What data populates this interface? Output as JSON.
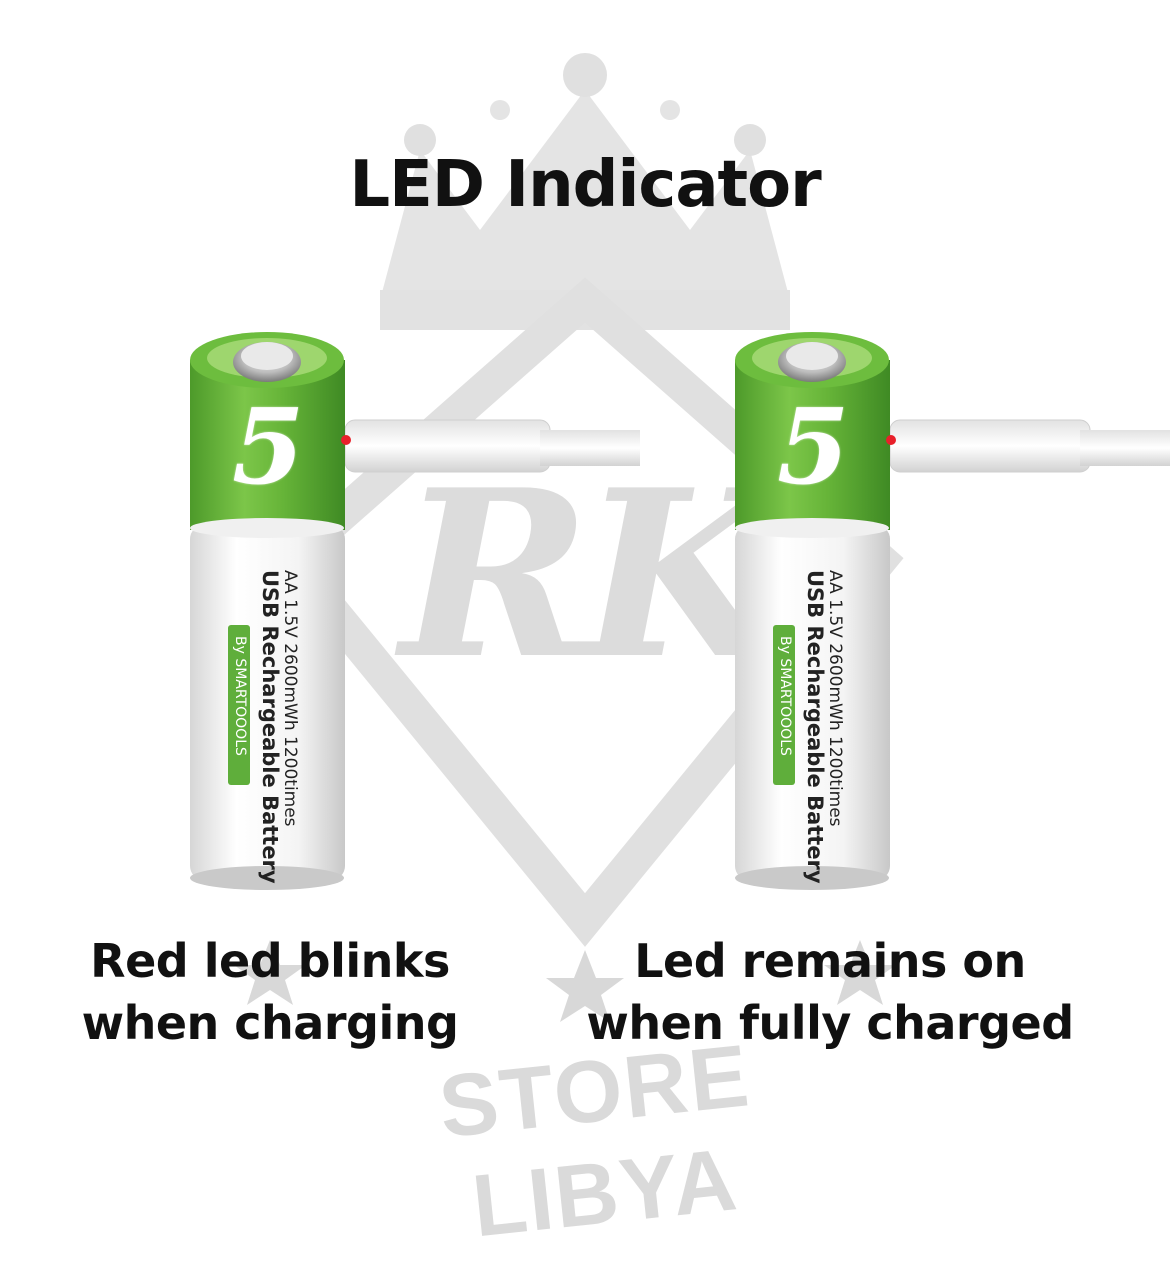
{
  "title": "LED Indicator",
  "watermark": {
    "monogram": "RK",
    "store_text": "STORE LIBYA"
  },
  "batteries": [
    {
      "id": "charging",
      "brand_mark": "5",
      "spec_line": "AA  1.5V  2600mWh  1200times",
      "main_line": "USB Rechargeable Battery",
      "by_line": "By SMARTOOOLS",
      "led_color": "#e8202a",
      "caption_lines": [
        "Red led blinks",
        "when charging"
      ]
    },
    {
      "id": "charged",
      "brand_mark": "5",
      "spec_line": "AA  1.5V  2600mWh  1200times",
      "main_line": "USB Rechargeable Battery",
      "by_line": "By SMARTOOOLS",
      "led_color": "#e8202a",
      "caption_lines": [
        "Led remains on",
        "when fully charged"
      ]
    }
  ],
  "colors": {
    "battery_green": "#5fae3b",
    "battery_green_dark": "#4a9a2c",
    "watermark_gray": "#d4d4d4"
  }
}
